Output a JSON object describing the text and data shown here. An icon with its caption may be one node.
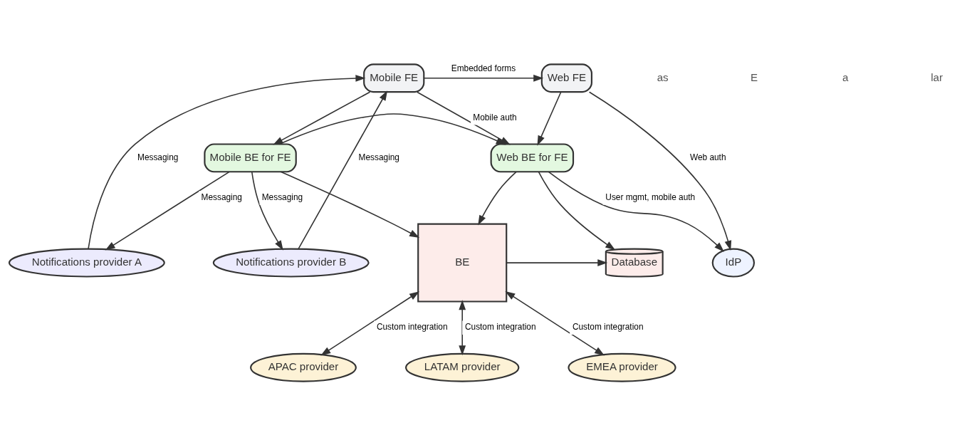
{
  "diagram": {
    "nodes": [
      {
        "text": [
          "Web FE"
        ]
      },
      {
        "text": [
          "Mobile FE"
        ]
      },
      {
        "text": [
          "IdP"
        ]
      },
      {
        "text": [
          "Notifications provider A"
        ]
      },
      {
        "text": [
          "Notifications provider B"
        ]
      },
      {
        "text": [
          "Web BE for FE"
        ]
      },
      {
        "text": [
          "Mobile BE for FE"
        ]
      },
      {
        "text": [
          "Database"
        ]
      },
      {
        "text": [
          "BE"
        ]
      },
      {
        "text": [
          "APAC provider"
        ]
      },
      {
        "text": [
          "LATAM provider"
        ]
      },
      {
        "text": [
          "EMEA provider"
        ]
      }
    ],
    "edges": [
      {
        "from": 1,
        "to": 0,
        "arrow": "to",
        "label": "Embedded forms"
      },
      {
        "from": 0,
        "to": 2,
        "arrow": "to",
        "label": "Web auth"
      },
      {
        "from": 0,
        "to": 5,
        "arrow": "to"
      },
      {
        "from": 1,
        "to": 5,
        "arrow": "to",
        "label": "Mobile auth"
      },
      {
        "from": 1,
        "to": 6,
        "arrow": "to"
      },
      {
        "from": 3,
        "to": 1,
        "arrow": "to",
        "label": "Messaging"
      },
      {
        "from": 4,
        "to": 1,
        "arrow": "to",
        "label": "Messaging"
      },
      {
        "from": 6,
        "to": 3,
        "arrow": "to",
        "label": "Messaging"
      },
      {
        "from": 6,
        "to": 4,
        "arrow": "to",
        "label": "Messaging"
      },
      {
        "from": 5,
        "to": 2,
        "arrow": "to",
        "label": "User mgmt, mobile auth"
      },
      {
        "from": 6,
        "to": 5,
        "arrow": "to"
      },
      {
        "from": 5,
        "to": 7,
        "arrow": "to"
      },
      {
        "from": 5,
        "to": 8,
        "arrow": "to"
      },
      {
        "from": 6,
        "to": 8,
        "arrow": "to"
      },
      {
        "from": 8,
        "to": 7,
        "arrow": "to"
      },
      {
        "from": 8,
        "to": 9,
        "arrow": "both",
        "label": "Custom integration"
      },
      {
        "from": 8,
        "to": 10,
        "arrow": "both",
        "label": "Custom integration"
      },
      {
        "from": 8,
        "to": 11,
        "arrow": "both",
        "label": "Custom integration"
      }
    ],
    "labels": [
      "as",
      "E",
      "a",
      "lar"
    ]
  }
}
